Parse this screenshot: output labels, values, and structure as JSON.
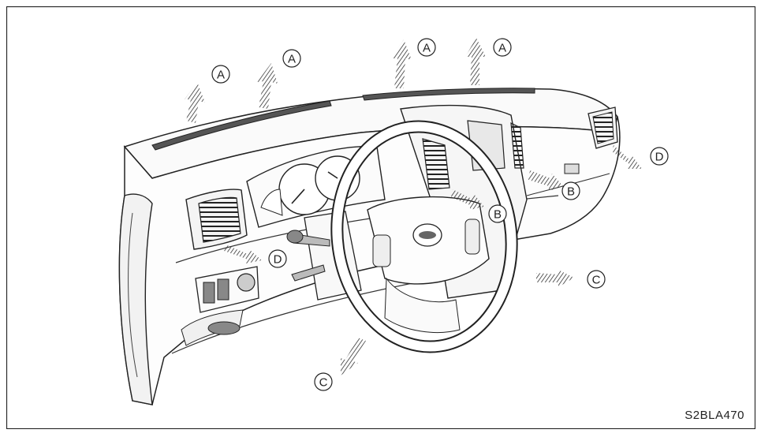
{
  "figure_code": "S2BLA470",
  "labels": {
    "a": "A",
    "b": "B",
    "c": "C",
    "d": "D"
  },
  "callouts": [
    {
      "id": "a1",
      "text_key": "a"
    },
    {
      "id": "a2",
      "text_key": "a"
    },
    {
      "id": "a3",
      "text_key": "a"
    },
    {
      "id": "a4",
      "text_key": "a"
    },
    {
      "id": "b1",
      "text_key": "b"
    },
    {
      "id": "b2",
      "text_key": "b"
    },
    {
      "id": "c1",
      "text_key": "c"
    },
    {
      "id": "c2",
      "text_key": "c"
    },
    {
      "id": "d1",
      "text_key": "d"
    },
    {
      "id": "d2",
      "text_key": "d"
    }
  ]
}
